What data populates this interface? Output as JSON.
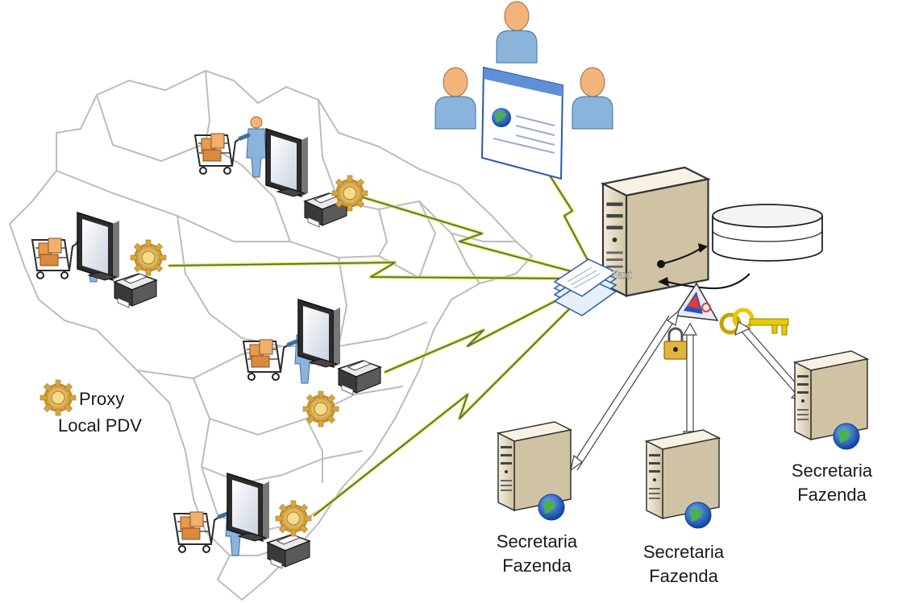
{
  "legend": {
    "icon": "gear-icon",
    "line1": "Proxy",
    "line2": "Local PDV"
  },
  "server": {
    "screen_text": "Text"
  },
  "sefaz": [
    {
      "line1": "Secretaria",
      "line2": "Fazenda"
    },
    {
      "line1": "Secretaria",
      "line2": "Fazenda"
    },
    {
      "line1": "Secretaria",
      "line2": "Fazenda"
    }
  ],
  "colors": {
    "map_border": "#bcbcbc",
    "link_blue": "#3a5fa0",
    "link_yellow": "#e8e400",
    "server_body": "#e6dcc2",
    "user_body": "#8ab4dc",
    "user_head": "#f2b47a",
    "gear": "#d4a437",
    "key": "#e8c800"
  }
}
